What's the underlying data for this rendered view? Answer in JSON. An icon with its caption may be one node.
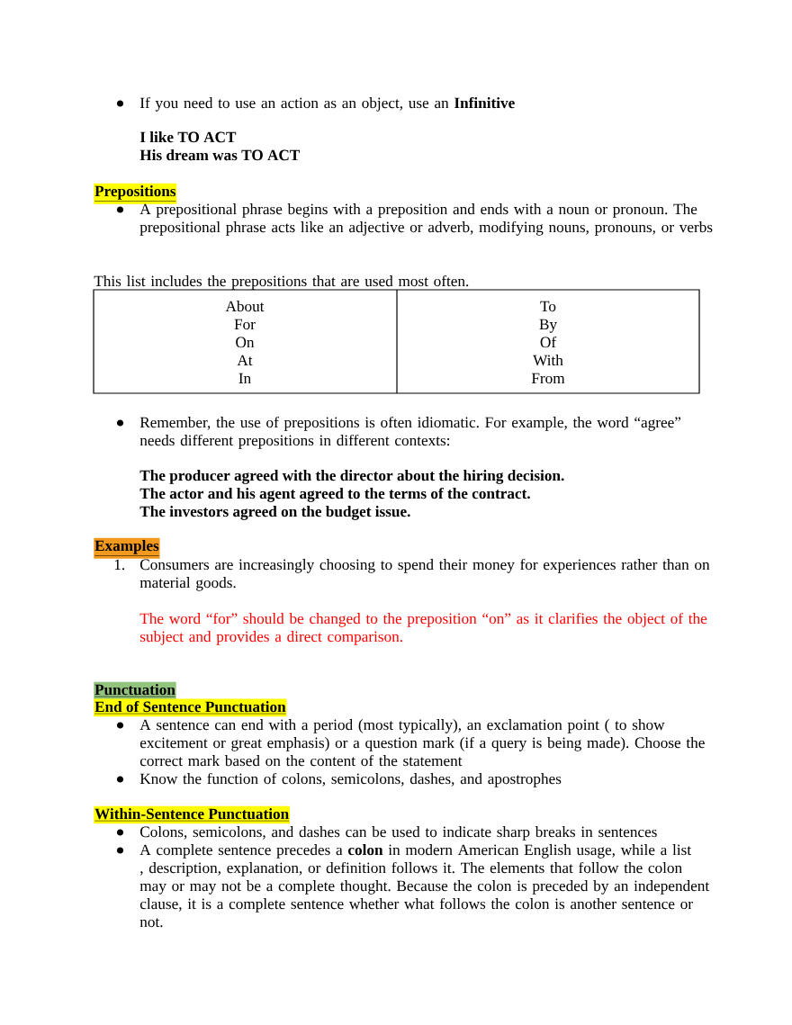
{
  "diagram": {
    "labels": [
      "If you need to use an action as an object, use an **Infinitive**",
      "I like TO ACT",
      "His dream was TO ACT",
      "Prepositions",
      "A prepositional phrase begins with a preposition and ends with a noun or pronoun. The prepositional phrase acts like an adjective or adverb, modifying nouns, pronouns, or verbs",
      "This list includes the prepositions that are used most often.",
      "About",
      "To",
      "For",
      "By",
      "On",
      "Of",
      "At",
      "With",
      "In",
      "From",
      "Remember, the use of prepositions is often idiomatic. For example, the word “agree” needs different prepositions in different contexts:",
      "The producer agreed with the director about the hiring decision.",
      "The actor and his agent agreed to the terms of the contract.",
      "The investors agreed on the budget issue.",
      "Examples",
      "1.",
      "Consumers are increasingly choosing to spend their money for experiences rather than on material goods.",
      "The word “for” should be changed to the preposition “on” as it clarifies the object of the subject and provides a direct comparison.",
      "Punctuation",
      "End of Sentence Punctuation",
      "A sentence can end with a period (most typically), an exclamation point ( to show excitement or great emphasis) or a question mark (if a query is being made). Choose the correct mark based on the content of the statement",
      "Know the function of colons, semicolons, dashes, and apostrophes",
      "Within-Sentence Punctuation",
      "Colons, semicolons, and dashes can be used to indicate sharp breaks in sentences",
      "A complete sentence precedes a **colon** in modern American English usage, while a list , description, explanation, or definition follows it. The elements that follow the colon may or may not be a complete  thought. Because the colon is preceded by an independent clause, it is a complete sentence whether what follows the colon is another sentence or not."
    ]
  }
}
